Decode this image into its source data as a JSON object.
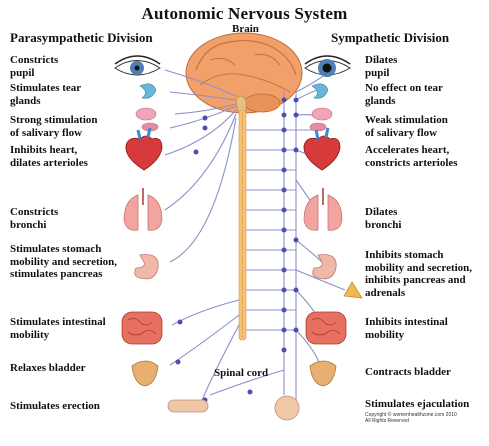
{
  "title": "Autonomic Nervous System",
  "brain_label": "Brain",
  "spinal_label": "Spinal cord",
  "parasympathetic": {
    "heading": "Parasympathetic Division",
    "effects": [
      "Constricts\npupil",
      "Stimulates tear\nglands",
      "Strong stimulation\nof salivary flow",
      "Inhibits heart,\ndilates arterioles",
      "Constricts\nbronchi",
      "Stimulates stomach\nmobility and secretion,\nstimulates pancreas",
      "Stimulates intestinal\nmobility",
      "Relaxes bladder",
      "Stimulates erection"
    ]
  },
  "sympathetic": {
    "heading": "Sympathetic Division",
    "effects": [
      "Dilates\npupil",
      "No effect on tear\nglands",
      "Weak stimulation\nof salivary flow",
      "Accelerates heart,\nconstricts arterioles",
      "Dilates\nbronchi",
      "Inhibits stomach\nmobility and secretion,\ninhibits pancreas and\nadrenals",
      "Inhibits intestinal\nmobility",
      "Contracts bladder",
      "Stimulates ejaculation"
    ]
  },
  "copyright": "Copyright © womenhealthzone.com 2010\nAll Rights Reserved",
  "colors": {
    "nerve": "#8b8fc8",
    "ganglion": "#4a4fb0",
    "brain": "#f0a070",
    "spine": "#f4c27a",
    "organ_red": "#d63a3a",
    "organ_pink": "#f2a5a0"
  }
}
